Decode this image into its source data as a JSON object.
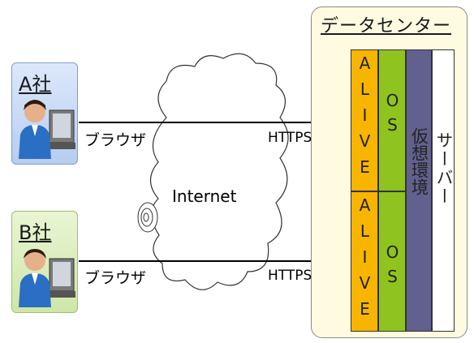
{
  "company_a": {
    "label": "A社"
  },
  "company_b": {
    "label": "B社"
  },
  "browser_label": "ブラウザ",
  "https_label": "HTTPS",
  "internet_label": "Internet",
  "datacenter": {
    "title": "データセンター",
    "alive_label": "ALIVE",
    "os_label": "OS",
    "virtual_label": "仮想環境",
    "server_label": "サーバー",
    "colors": {
      "alive": "#f7b500",
      "os": "#8fc31f",
      "virtual": "#62608f",
      "server": "#ffffff"
    }
  }
}
